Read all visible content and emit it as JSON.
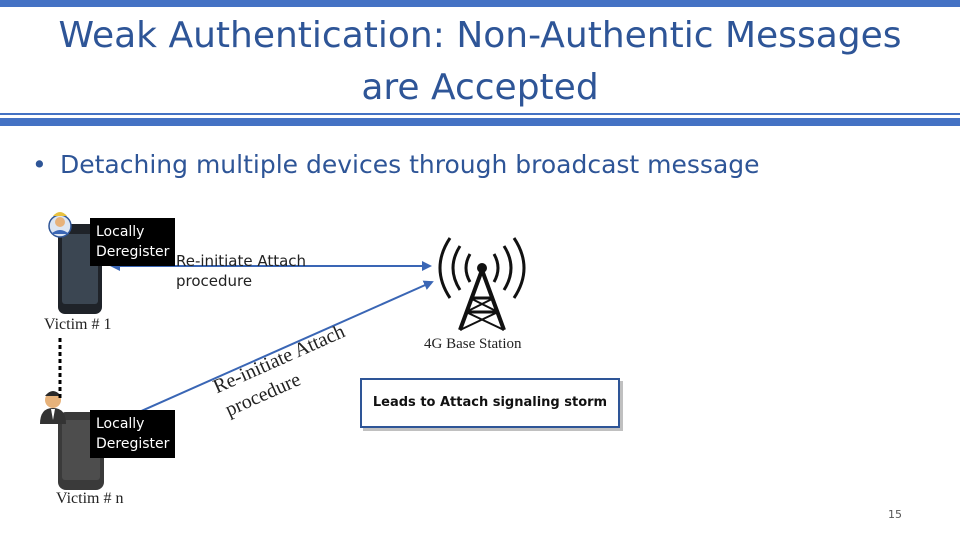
{
  "slide": {
    "title_line1": "Weak Authentication: Non-Authentic Messages",
    "title_line2": "are Accepted",
    "bullet_dot": "•",
    "bullet_text": "Detaching multiple devices through broadcast message",
    "page_number": "15"
  },
  "diagram": {
    "victim1_label": "Victim # 1",
    "victimn_label": "Victim # n",
    "locally_deregister_line1": "Locally",
    "locally_deregister_line2": "Deregister",
    "reinitiate_line1": "Re-initiate Attach",
    "reinitiate_line2": "procedure",
    "rotated_line1": "Re-initiate Attach",
    "rotated_line2": "procedure",
    "base_station_label": "4G Base Station",
    "storm_label": "Leads to Attach signaling storm"
  },
  "colors": {
    "accent": "#4472c4",
    "title": "#2e5597"
  }
}
